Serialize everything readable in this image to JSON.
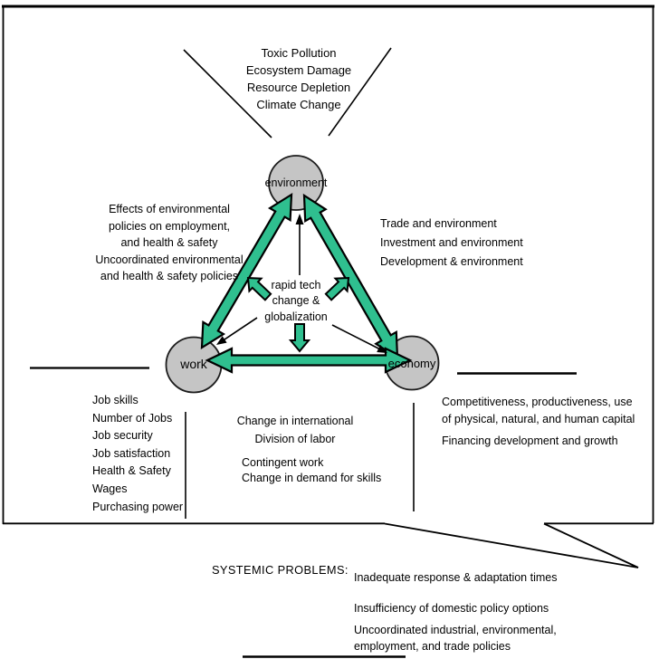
{
  "colors": {
    "arrow_green": "#2fbf8f",
    "node_fill": "#c5c5c5"
  },
  "external_pressures": {
    "lines": [
      "Toxic Pollution",
      "Ecosystem Damage",
      "Resource Depletion",
      "Climate Change"
    ]
  },
  "nodes": {
    "environment": "environment",
    "work": "work",
    "economy": "economy"
  },
  "center_driver": {
    "lines": [
      "rapid tech",
      "change &",
      "globalization"
    ]
  },
  "left_issues": {
    "lines": [
      "Effects of environmental",
      "policies on employment,",
      "and health & safety",
      "Uncoordinated environmental",
      "and health & safety policies"
    ]
  },
  "right_issues": {
    "lines": [
      "Trade and environment",
      "Investment and environment",
      "Development & environment"
    ]
  },
  "work_outcomes": {
    "lines": [
      "Job skills",
      "Number of Jobs",
      "Job security",
      "Job satisfaction",
      "Health & Safety",
      "Wages",
      "Purchasing power"
    ]
  },
  "bottom_center": {
    "group1": [
      "Change in international",
      "Division of labor"
    ],
    "group2": [
      "Contingent work",
      "Change in demand for skills"
    ]
  },
  "economy_outcomes": {
    "group1": [
      "Competitiveness, productiveness, use",
      "of physical, natural, and human capital"
    ],
    "group2": [
      "Financing development and growth"
    ]
  },
  "systemic": {
    "heading": "SYSTEMIC PROBLEMS:",
    "item1": "Inadequate response & adaptation times",
    "item2": "Insufficiency of domestic policy options",
    "item3_line1": "Uncoordinated industrial, environmental,",
    "item3_line2": "employment, and trade policies"
  }
}
